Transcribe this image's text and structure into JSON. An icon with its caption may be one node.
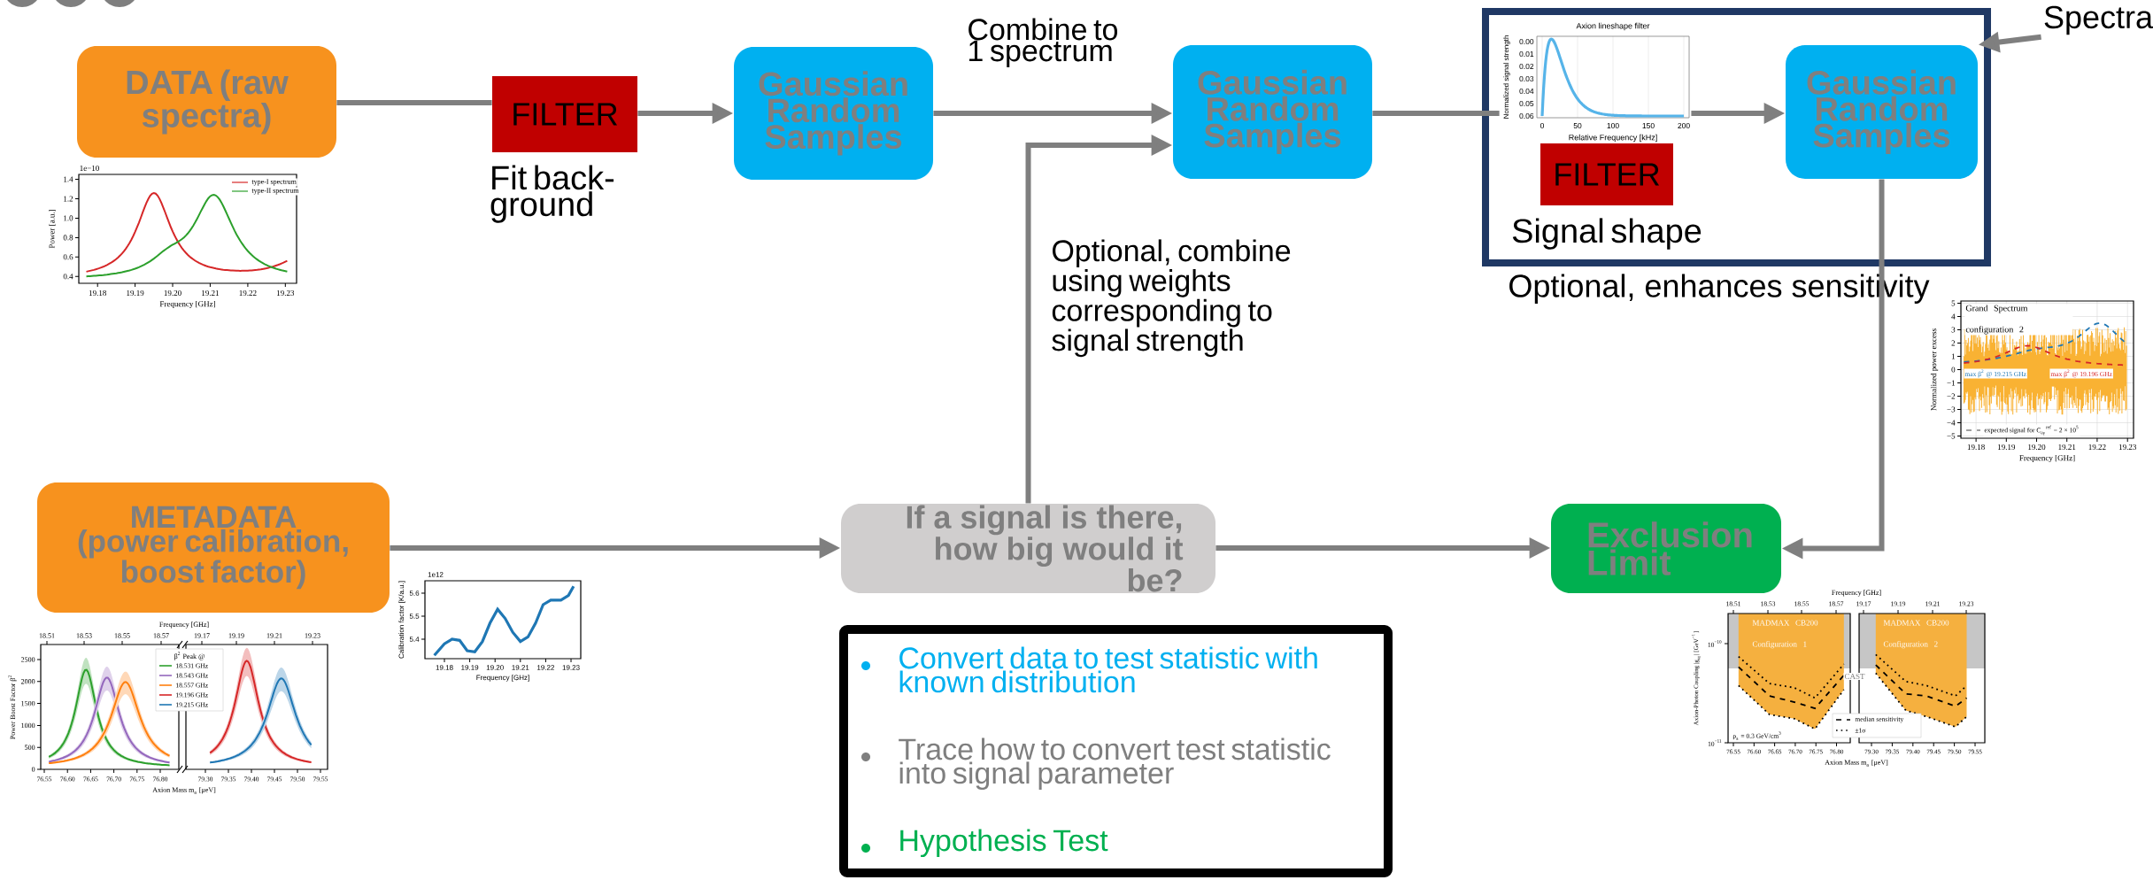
{
  "diagram": {
    "nodes": [
      {
        "text": [
          "DATA (raw spectra)"
        ]
      },
      {
        "text": [
          "FILTER"
        ],
        "beside": [
          "Fit back-ground"
        ]
      },
      {
        "text": [
          "Gaussian Random Samples"
        ]
      },
      {
        "text": [
          "Gaussian Random Samples"
        ]
      },
      {
        "text": [
          "Optional, enhances sensitivity"
        ]
      },
      {
        "text": [],
        "shape": "picture",
        "in": 4
      },
      {
        "text": [
          "FILTER"
        ],
        "beside": [
          "Signal shape"
        ],
        "in": 4
      },
      {
        "text": [
          "Gaussian Random Samples"
        ],
        "in": 4
      },
      {
        "text": [
          "Spectra"
        ]
      },
      {
        "text": [
          "METADATA (power calibration, boost factor)"
        ]
      },
      {
        "text": [
          "If a signal is there, how big would it be?"
        ]
      },
      {
        "text": [
          "Exclusion Limit"
        ]
      },
      {
        "text": [
          "Convert data to test statistic with known distribution",
          "Trace how to convert test statistic into signal parameter",
          "Hypothesis Test"
        ]
      }
    ],
    "edges": [
      {
        "from": 0,
        "to": 1,
        "arrow": "none"
      },
      {
        "from": 1,
        "to": 2,
        "arrow": "to"
      },
      {
        "from": 2,
        "to": 3,
        "arrow": "to",
        "label": "Combine to 1 spectrum"
      },
      {
        "from": 10,
        "to": 3,
        "arrow": "to",
        "label": "Optional, combine using weights corresponding to signal strength"
      },
      {
        "from": 3,
        "to": 5,
        "arrow": "none"
      },
      {
        "from": 5,
        "to": 7,
        "arrow": "to"
      },
      {
        "from": 8,
        "to": 7,
        "arrow": "to"
      },
      {
        "from": 9,
        "to": 10,
        "arrow": "to"
      },
      {
        "from": 10,
        "to": 11,
        "arrow": "to"
      },
      {
        "from": 7,
        "to": 11,
        "arrow": "to"
      }
    ],
    "labels": [
      "1e−10",
      "1.4",
      "1.2",
      "1.0",
      "0.8",
      "0.6",
      "0.4",
      "Power [a.u.]",
      "19.18",
      "19.19",
      "19.20",
      "19.21",
      "19.22",
      "19.23",
      "Frequency [GHz]",
      "Axion lineshape filter",
      "Normalized signal strength",
      "0.06",
      "0.05",
      "0.04",
      "0.03",
      "0.02",
      "0.01",
      "0.00",
      "0",
      "50",
      "100",
      "150",
      "200",
      "Relative Frequency [kHz]",
      "Grand Spectrum configuration 2",
      "5",
      "4",
      "3",
      "2",
      "1",
      "0",
      "−1",
      "−2",
      "−3",
      "−4",
      "−5",
      "Normalized power excess",
      "max β$^{2}$ @ 19.215 GHz",
      "max β$^{2}$ @ 19.196 GHz",
      "19.18",
      "19.19",
      "19.20",
      "19.21",
      "19.22",
      "19.23",
      "Frequency [GHz]",
      "Frequency [GHz]",
      "18.51",
      "18.53",
      "18.55",
      "18.57",
      "19.17",
      "19.19",
      "19.21",
      "19.23",
      "2500",
      "2000",
      "1500",
      "1000",
      "500",
      "0",
      "Power Boost Factor β$^{2}$",
      "β$^{2}$ Peak @",
      "76.55",
      "76.60",
      "76.65",
      "76.70",
      "76.75",
      "76.80",
      "79.30",
      "79.35",
      "79.40",
      "79.45",
      "79.50",
      "79.55",
      "Axion Mass m$_{a}$ [μeV]",
      "1e12",
      "5.6",
      "5.5",
      "5.4",
      "Calibration factor [K/a.u.]",
      "19.18",
      "19.19",
      "19.20",
      "19.21",
      "19.22",
      "19.23",
      "Frequency [GHz]",
      "Frequency [GHz]",
      "18.51",
      "18.53",
      "18.55",
      "18.57",
      "19.17",
      "19.19",
      "19.21",
      "19.23",
      "10$^{−10}$",
      "10$^{−11}$",
      "Axion-Photon Coupling |g$_{aγ}$| [GeV$^{−1}$]",
      "MADMAX CB200 Configuration 1",
      "MADMAX CB200 Configuration 2",
      "CAST",
      "ρ$_{a}$ = 0.3 GeV/cm$^{3}$",
      "76.55",
      "76.60",
      "76.65",
      "76.70",
      "76.75",
      "76.80",
      "79.30",
      "79.35",
      "79.40",
      "79.45",
      "79.50",
      "79.55",
      "Axion Mass m$_{a}$ [μeV]"
    ],
    "legend": [
      {
        "text": "type-I spectrum"
      },
      {
        "text": "type-II spectrum"
      },
      {
        "text": "expected signal for C$_{aγ}$$^{ref}$ = 2 × 10$^{5}$"
      },
      {
        "text": "18.531 GHz"
      },
      {
        "text": "18.543 GHz"
      },
      {
        "text": "18.557 GHz"
      },
      {
        "text": "19.196 GHz"
      },
      {
        "text": "19.215 GHz"
      },
      {
        "text": "median sensitivity"
      },
      {
        "text": "±1σ"
      }
    ]
  }
}
